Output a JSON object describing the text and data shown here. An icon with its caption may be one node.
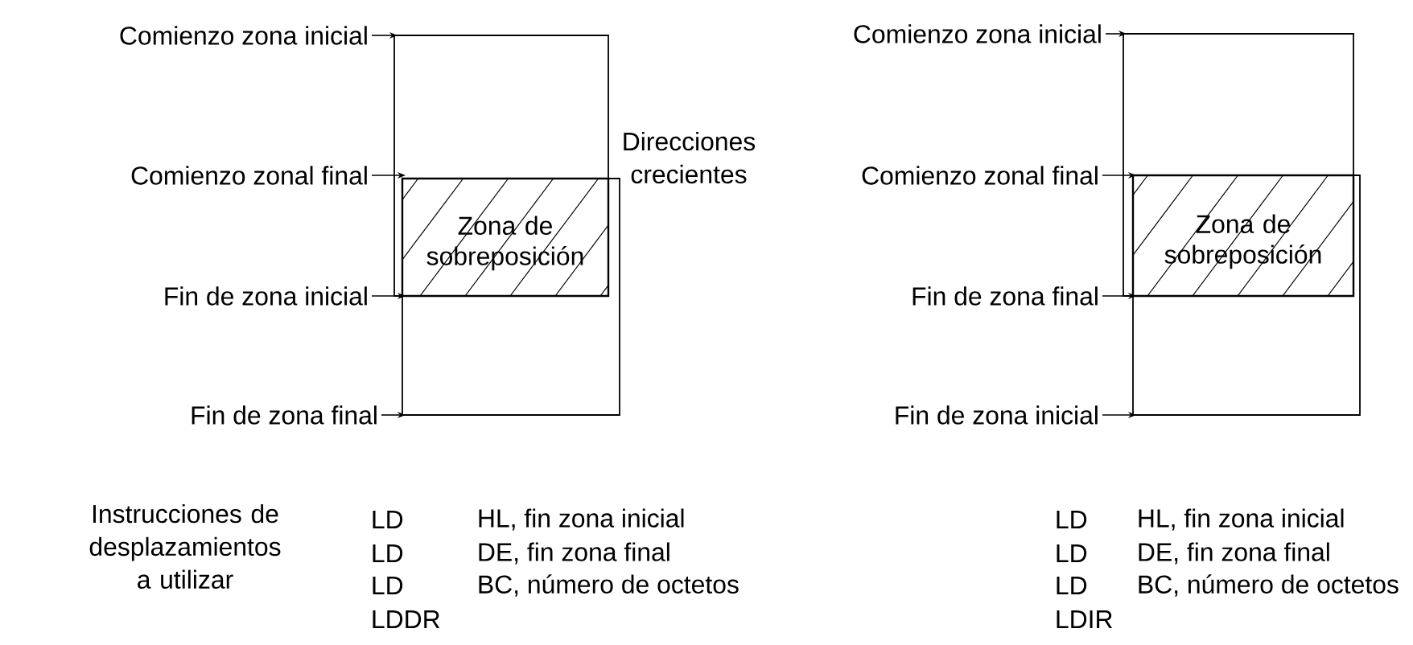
{
  "diagram": {
    "nodes": [
      {
        "text": [
          "Comienzo zona inicial"
        ]
      },
      {
        "text": [
          "Comienzo zonal final"
        ]
      },
      {
        "text": [
          "Fin de zona inicial"
        ]
      },
      {
        "text": [
          "Fin de zona final"
        ]
      },
      {
        "text": [],
        "shape": "box"
      },
      {
        "text": [],
        "shape": "box"
      },
      {
        "text": [
          "Zona de sobreposición"
        ]
      },
      {
        "text": [
          "Comienzo zona inicial"
        ]
      },
      {
        "text": [
          "Comienzo zonal final"
        ]
      },
      {
        "text": [
          "Fin de zona final"
        ]
      },
      {
        "text": [
          "Fin de zona inicial"
        ]
      },
      {
        "text": [],
        "shape": "box"
      },
      {
        "text": [],
        "shape": "box"
      },
      {
        "text": [
          "Zona de sobreposición"
        ]
      }
    ],
    "edges": [
      {
        "from": 0,
        "to": 4,
        "arrow": "to"
      },
      {
        "from": 1,
        "to": 6,
        "arrow": "to"
      },
      {
        "from": 2,
        "to": 6,
        "arrow": "to"
      },
      {
        "from": 3,
        "to": 5,
        "arrow": "to"
      },
      {
        "from": 7,
        "to": 11,
        "arrow": "to"
      },
      {
        "from": 8,
        "to": 13,
        "arrow": "to"
      },
      {
        "from": 9,
        "to": 13,
        "arrow": "to"
      },
      {
        "from": 10,
        "to": 12,
        "arrow": "to"
      }
    ],
    "labels": [
      "Direcciones crecientes",
      "Instrucciones de desplazamientos a utilizar",
      "LD",
      "HL, fin zona inicial",
      "LD",
      "DE, fin zona final",
      "LD",
      "BC, número de octetos",
      "LDDR",
      "LD",
      "HL, fin zona inicial",
      "LD",
      "DE, fin zona final",
      "LD",
      "BC, número de octetos",
      "LDIR"
    ]
  }
}
